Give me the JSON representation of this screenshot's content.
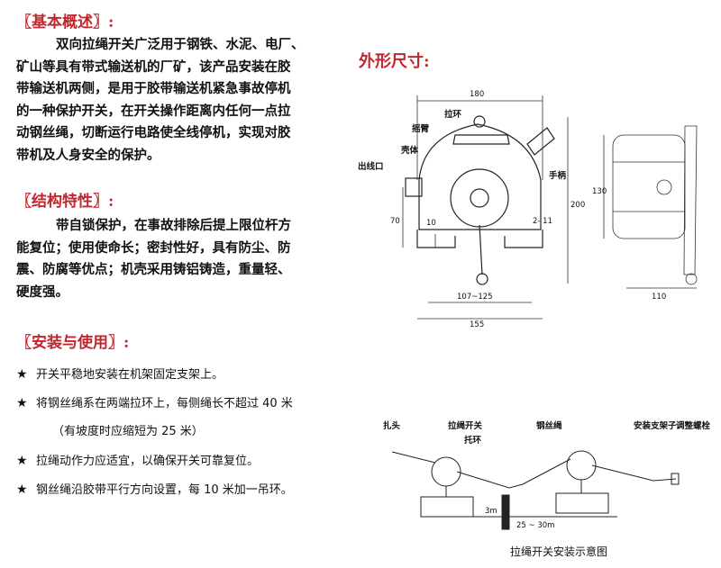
{
  "sections": {
    "overview": {
      "title": "〖基本概述〗:",
      "lines": [
        "双向拉绳开关广泛用于钢铁、水泥、电厂、",
        "矿山等具有带式输送机的厂矿，该产品安装在胶",
        "带输送机两侧，是用于胶带输送机紧急事故停机",
        "的一种保护开关，在开关操作距离内任何一点拉",
        "动钢丝绳，切断运行电路使全线停机，实现对胶",
        "带机及人身安全的保护。"
      ]
    },
    "structure": {
      "title": "〖结构特性〗:",
      "lines": [
        "带自锁保护，在事故排除后提上限位杆方",
        "能复位；使用使命长；密封性好，具有防尘、防",
        "震、防腐等优点；机壳采用铸铝铸造，重量轻、",
        "硬度强。"
      ]
    },
    "installation": {
      "title": "〖安装与使用〗:",
      "bullet_symbol": "★",
      "items": [
        "开关平稳地安装在机架固定支架上。",
        "将钢丝绳系在两端拉环上，每侧绳长不超过 40 米",
        "（有坡度时应缩短为 25 米）",
        "拉绳动作力应适宜，以确保开关可靠复位。",
        "钢丝绳沿胶带平行方向设置，每 10 米加一吊环。"
      ]
    }
  },
  "dimensions": {
    "title": "外形尺寸:",
    "labels": {
      "pull_ring": "拉环",
      "rocker": "摇臂",
      "housing": "壳体",
      "outlet": "出线口",
      "handle": "手柄"
    },
    "values": {
      "width_top": "180",
      "base_inner": "107~125",
      "base_outer": "155",
      "height_left": "70",
      "height_small": "10",
      "height_total": "200",
      "slot": "2- 11",
      "side_height": "130",
      "side_width": "110"
    }
  },
  "install_diagram": {
    "labels": {
      "tie": "扎头",
      "switch": "拉绳开关",
      "tow_ring": "托环",
      "wire_rope": "钢丝绳",
      "bracket": "安装支架子",
      "adjust_bolt": "调整螺栓",
      "height": "3m",
      "distance": "25 ~ 30m"
    },
    "caption": "拉绳开关安装示意图"
  },
  "colors": {
    "heading": "#c0262d",
    "text": "#111111"
  }
}
